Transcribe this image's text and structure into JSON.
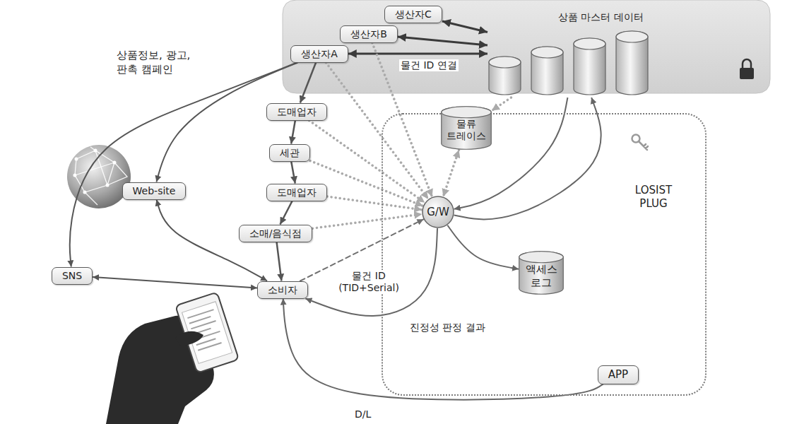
{
  "diagram": {
    "nodes": [
      {
        "text": [
          "상품 마스터 데이터"
        ]
      },
      {
        "text": [
          "생산자C"
        ]
      },
      {
        "text": [
          "생산자B"
        ]
      },
      {
        "text": [
          "생산자A"
        ]
      },
      {
        "text": [
          "도매업자"
        ]
      },
      {
        "text": [
          "세관"
        ]
      },
      {
        "text": [
          "도매업자"
        ]
      },
      {
        "text": [
          "소매/음식점"
        ]
      },
      {
        "text": [
          "소비자"
        ]
      },
      {
        "text": [
          "Web-site"
        ]
      },
      {
        "text": [
          "SNS"
        ]
      },
      {
        "text": [
          "물류 트레이스"
        ]
      },
      {
        "text": [
          "LOSIST PLUG"
        ]
      },
      {
        "text": [
          "G/W"
        ],
        "in": 12
      },
      {
        "text": [
          "액세스 로그"
        ],
        "in": 12
      },
      {
        "text": [
          "APP"
        ],
        "in": 12
      }
    ],
    "edges": [
      {
        "from": 1,
        "to": 0,
        "arrow": "both"
      },
      {
        "from": 2,
        "to": 0,
        "arrow": "both"
      },
      {
        "from": 3,
        "to": 0,
        "arrow": "both",
        "label": "물건 ID 연결"
      },
      {
        "from": 3,
        "to": 4,
        "arrow": "to"
      },
      {
        "from": 4,
        "to": 5,
        "arrow": "to"
      },
      {
        "from": 5,
        "to": 6,
        "arrow": "to"
      },
      {
        "from": 6,
        "to": 7,
        "arrow": "to"
      },
      {
        "from": 7,
        "to": 8,
        "arrow": "to"
      },
      {
        "from": 3,
        "to": 10,
        "arrow": "to"
      },
      {
        "from": 3,
        "to": 9,
        "arrow": "to"
      },
      {
        "from": 8,
        "to": 10,
        "arrow": "both"
      },
      {
        "from": 8,
        "to": 9,
        "arrow": "both"
      },
      {
        "from": 3,
        "to": 13,
        "arrow": "to"
      },
      {
        "from": 2,
        "to": 13,
        "arrow": "to"
      },
      {
        "from": 4,
        "to": 13,
        "arrow": "to"
      },
      {
        "from": 5,
        "to": 13,
        "arrow": "to"
      },
      {
        "from": 6,
        "to": 13,
        "arrow": "to"
      },
      {
        "from": 7,
        "to": 13,
        "arrow": "to"
      },
      {
        "from": 0,
        "to": 11,
        "arrow": "to"
      },
      {
        "from": 11,
        "to": 13,
        "arrow": "both"
      },
      {
        "from": 0,
        "to": 13,
        "arrow": "to"
      },
      {
        "from": 13,
        "to": 0,
        "arrow": "to"
      },
      {
        "from": 8,
        "to": 13,
        "arrow": "to",
        "label": "물건 ID (TID+Serial)"
      },
      {
        "from": 13,
        "to": 8,
        "arrow": "to",
        "label": "진정성 판정 결과"
      },
      {
        "from": 13,
        "to": 14,
        "arrow": "to"
      },
      {
        "from": 15,
        "to": 8,
        "arrow": "to",
        "label": "D/L"
      }
    ],
    "labels": [
      "상품정보, 광고, 판촉 캠페인"
    ]
  }
}
